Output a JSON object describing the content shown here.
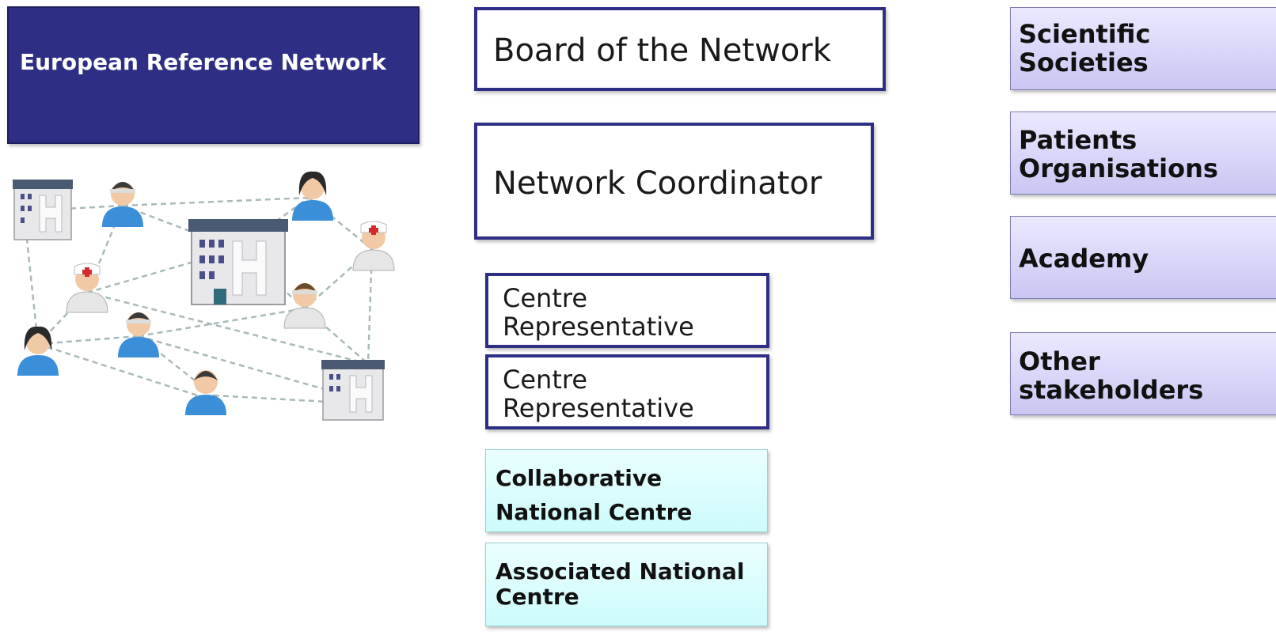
{
  "network": {
    "title": "European Reference Network"
  },
  "governance": {
    "board": "Board of the Network",
    "coordinator": "Network Coordinator",
    "representatives": [
      "Centre Representative",
      "Centre Representative"
    ]
  },
  "national_centres": {
    "collaborative": "Collaborative National Centre",
    "associated": "Associated National Centre"
  },
  "stakeholders": [
    "Scientific Societies",
    "Patients Organisations",
    "Academy",
    "Other stakeholders"
  ],
  "colors": {
    "navy": "#2e2f84",
    "cyan": "#d6fcfc",
    "lavender": "#d8d5f8",
    "hospital": "#e8e8ea",
    "person_blue": "#3a8fd8",
    "person_white": "#e6e6e6"
  },
  "icons": [
    "hospital-icon",
    "doctor-icon",
    "nurse-icon",
    "patient-icon"
  ]
}
